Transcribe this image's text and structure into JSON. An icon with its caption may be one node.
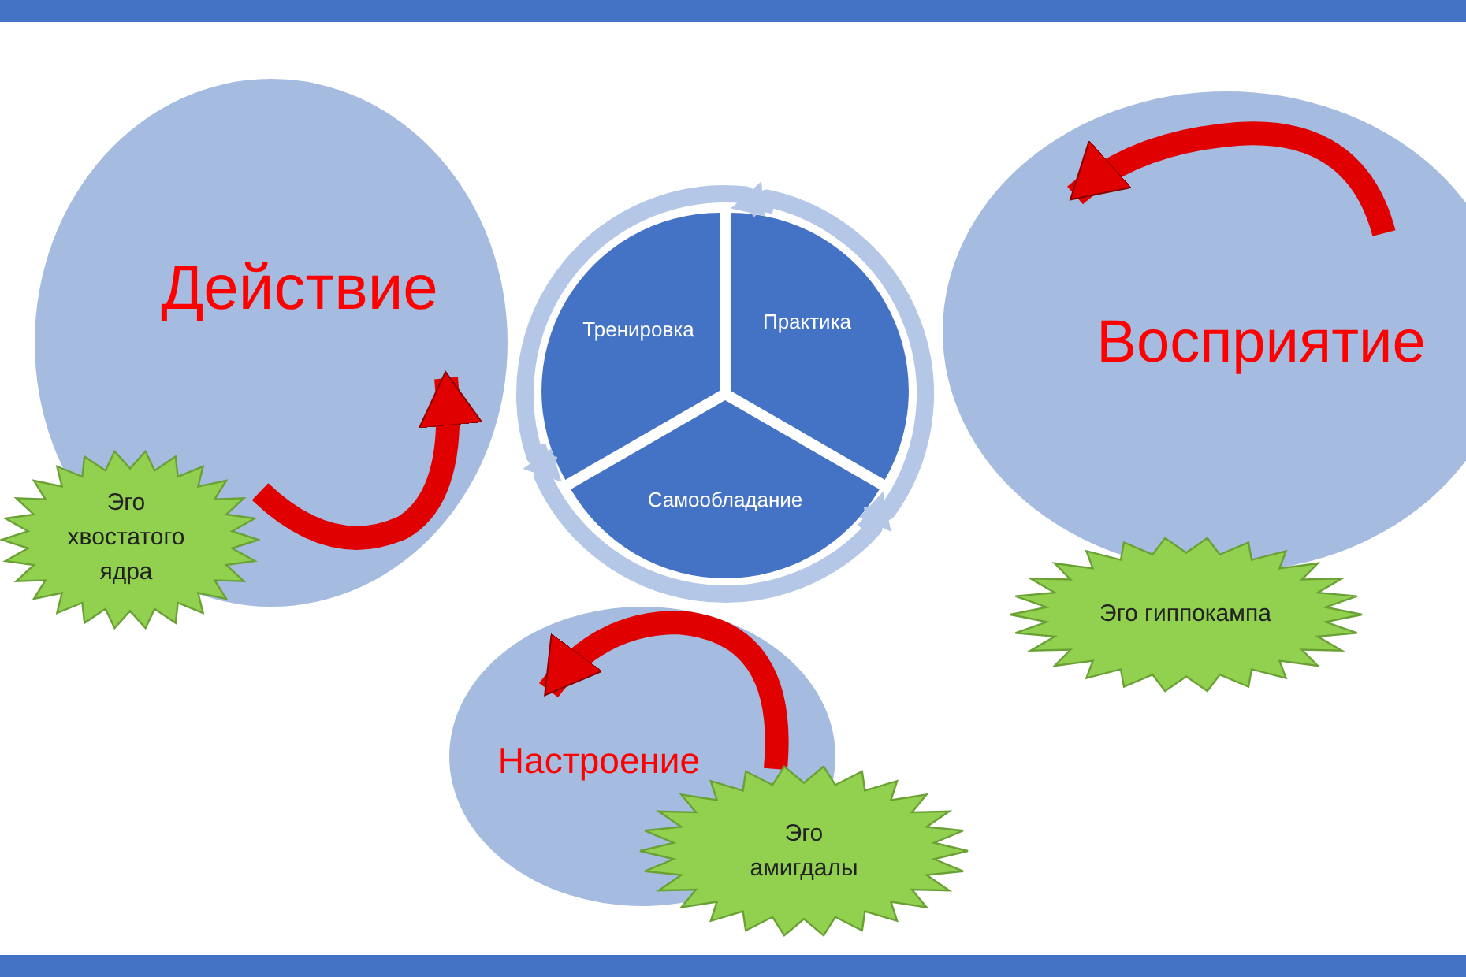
{
  "diagram": {
    "nodes": [
      {
        "text": [
          "Действие"
        ]
      },
      {
        "text": [
          "Эго хвостатого ядра"
        ]
      },
      {
        "text": [
          "Тренировка"
        ]
      },
      {
        "text": [
          "Практика"
        ]
      },
      {
        "text": [
          "Самообладание"
        ]
      },
      {
        "text": [
          "Восприятие"
        ]
      },
      {
        "text": [
          "Эго гиппокампа"
        ]
      },
      {
        "text": [
          "Настроение"
        ]
      },
      {
        "text": [
          "Эго амигдалы"
        ]
      }
    ],
    "edges": [
      {
        "from": 2,
        "to": 3,
        "arrow": "to"
      },
      {
        "from": 3,
        "to": 4,
        "arrow": "to"
      },
      {
        "from": 4,
        "to": 2,
        "arrow": "to"
      }
    ]
  }
}
